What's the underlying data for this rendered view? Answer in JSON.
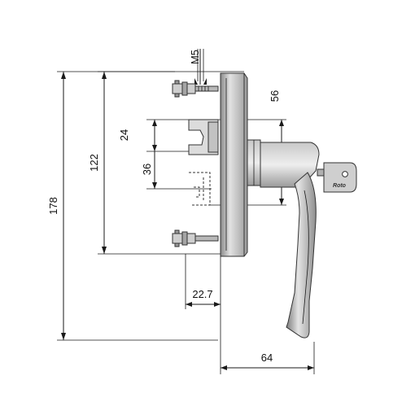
{
  "dimensions": {
    "thread": "M5",
    "handle_offset": "56",
    "slot_width": "24",
    "mount_spacing": "122",
    "spindle_spacing": "36",
    "overall_height": "178",
    "base_depth": "22.7",
    "projection": "64"
  },
  "key_brand": "Roto",
  "colors": {
    "metal_light": "#d4d4d4",
    "metal_mid": "#a8a8a8",
    "metal_dark": "#6e6e6e",
    "line": "#1a1a1a"
  }
}
